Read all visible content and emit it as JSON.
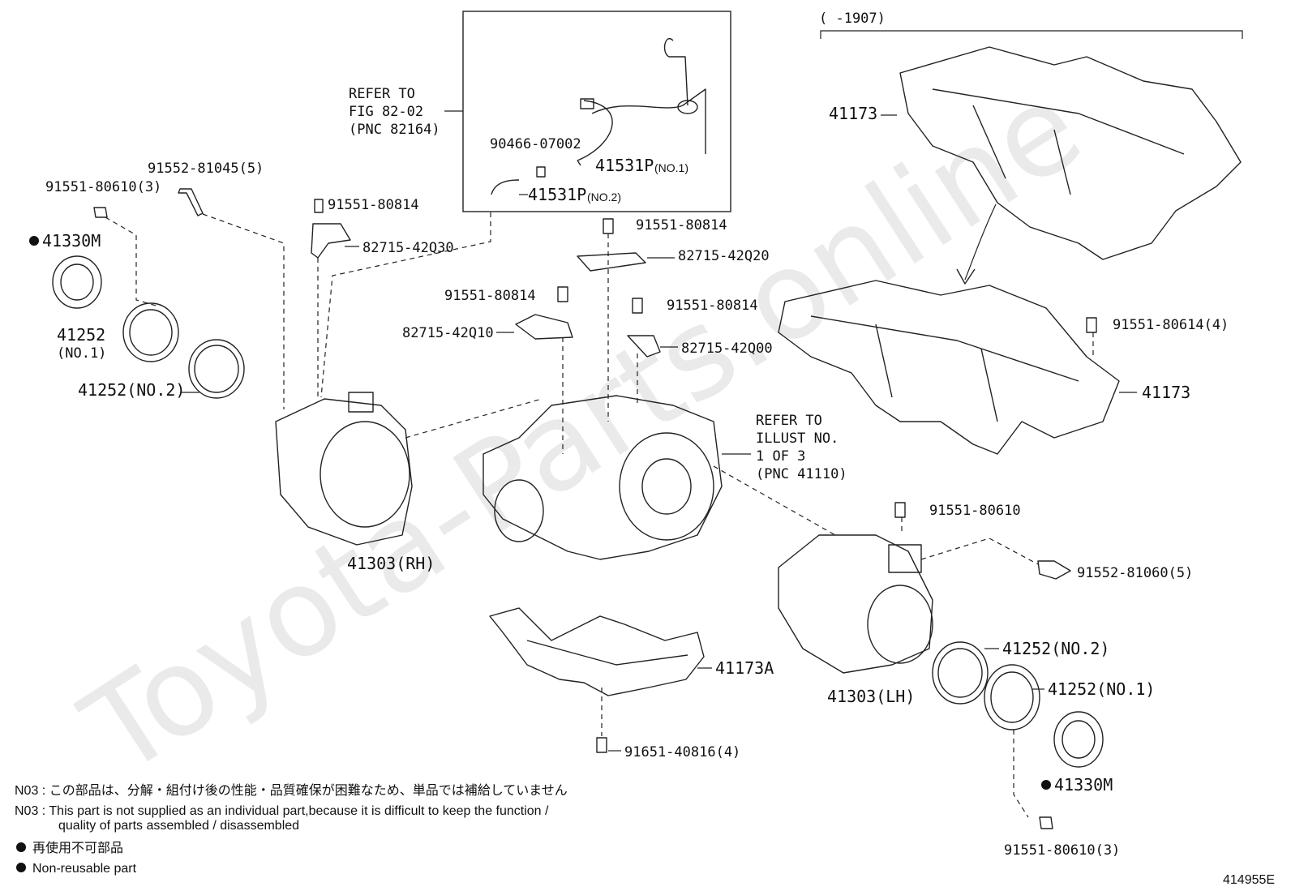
{
  "diagram_id": "414955E",
  "date_range_label": "(      -1907)",
  "watermark": "Toyota-Parts.online",
  "callout_box": {
    "refer_lines": [
      "REFER TO",
      "FIG 82-02",
      "(PNC 82164)"
    ],
    "part_90466": "90466-07002",
    "hose_no1": "41531P",
    "hose_no1_sub": "(NO.1)",
    "hose_no2": "41531P",
    "hose_no2_sub": "(NO.2)"
  },
  "refer_illust": [
    "REFER TO",
    "ILLUST NO.",
    "1 OF 3",
    "(PNC 41110)"
  ],
  "labels": {
    "p91552_81045": "91552-81045(5)",
    "p91551_80610_3_top": "91551-80610(3)",
    "p41330m_top": "41330M",
    "p41252_no1_top": "41252",
    "p41252_no1_top_sub": "(NO.1)",
    "p41252_no2_top": "41252(NO.2)",
    "p91551_80814_a": "91551-80814",
    "p82715_42q30": "82715-42Q30",
    "p91551_80814_b": "91551-80814",
    "p82715_42q20": "82715-42Q20",
    "p91551_80814_c": "91551-80814",
    "p82715_42q10": "82715-42Q10",
    "p91551_80814_d": "91551-80814",
    "p82715_42q00": "82715-42Q00",
    "p41173_top": "41173",
    "p91551_80614_4": "91551-80614(4)",
    "p41173_mid": "41173",
    "p41303_rh": "41303(RH)",
    "p91551_80610": "91551-80610",
    "p91552_81060": "91552-81060(5)",
    "p41173a": "41173A",
    "p41303_lh": "41303(LH)",
    "p41252_no2_bot": "41252(NO.2)",
    "p41252_no1_bot": "41252(NO.1)",
    "p41330m_bot": "41330M",
    "p91651_40816": "91651-40816(4)",
    "p91551_80610_3_bot": "91551-80610(3)"
  },
  "notes": {
    "n03_jp": "N03 :  この部品は、分解・組付け後の性能・品質確保が困難なため、単品では補給していません",
    "n03_en_1": "N03 :  This part is not supplied as an individual part,because it is difficult to keep the function /",
    "n03_en_2": "quality of parts assembled / disassembled",
    "legend_jp": "再使用不可部品",
    "legend_en": "Non-reusable part"
  }
}
